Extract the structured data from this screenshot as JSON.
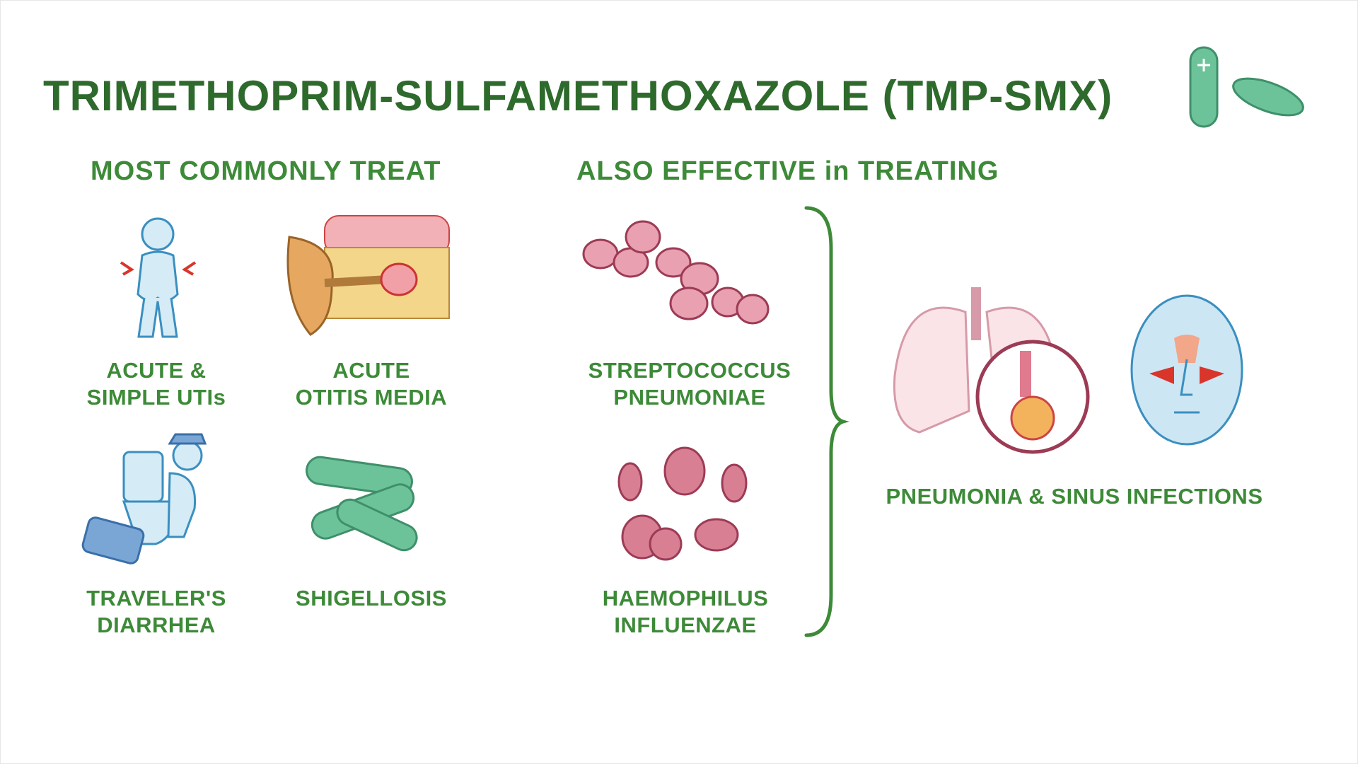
{
  "title": "TRIMETHOPRIM-SULFAMETHOXAZOLE (TMP-SMX)",
  "sections": {
    "most_common": {
      "heading": "MOST COMMONLY TREAT",
      "items": [
        {
          "line1": "ACUTE &",
          "line2": "SIMPLE UTIs",
          "icon": "person-urinary-pain-icon"
        },
        {
          "line1": "ACUTE",
          "line2": "OTITIS MEDIA",
          "icon": "ear-cross-section-icon"
        },
        {
          "line1": "TRAVELER'S",
          "line2": "DIARRHEA",
          "icon": "traveler-toilet-icon"
        },
        {
          "line1": "SHIGELLOSIS",
          "line2": "",
          "icon": "shigella-bacteria-icon"
        }
      ]
    },
    "also_effective": {
      "heading": "ALSO EFFECTIVE in TREATING",
      "items": [
        {
          "line1": "STREPTOCOCCUS",
          "line2": "PNEUMONIAE",
          "icon": "streptococcus-chain-icon"
        },
        {
          "line1": "HAEMOPHILUS",
          "line2": "INFLUENZAE",
          "icon": "haemophilus-bacteria-icon"
        }
      ],
      "result": "PNEUMONIA & SINUS INFECTIONS"
    }
  },
  "colors": {
    "title": "#2e6a2c",
    "label": "#3d8a38",
    "bacteria_green": "#6cc39a",
    "pink": "#d97f93",
    "blue": "#cde6f3"
  }
}
